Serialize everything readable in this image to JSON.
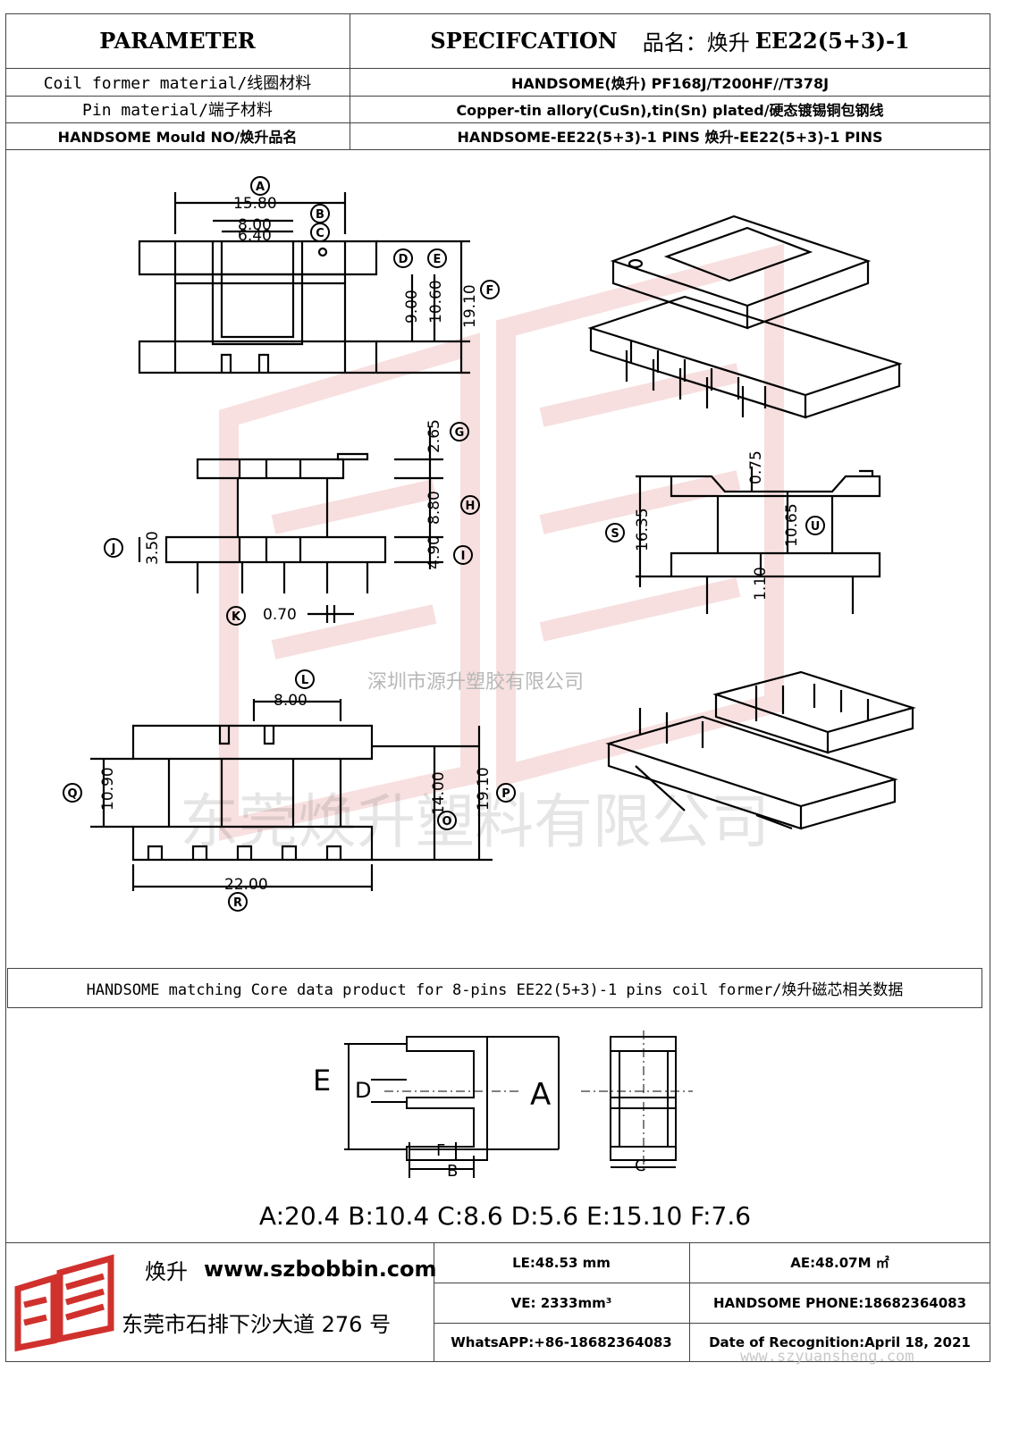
{
  "header": {
    "parameter_label": "PARAMETER",
    "spec_label": "SPECIFCATION",
    "product_name_label": "品名：焕升",
    "product_model": "EE22(5+3)-1"
  },
  "rows": [
    {
      "label": "Coil  former material/线圈材料",
      "value": "HANDSOME(焕升)   PF168J/T200HF//T378J"
    },
    {
      "label": "Pin material/端子材料",
      "value": "Copper-tin allory(CuSn),tin(Sn) plated/硬态镀锡铜包钢线"
    },
    {
      "label": "HANDSOME Mould NO/焕升品名",
      "value": "HANDSOME-EE22(5+3)-1 PINS    焕升-EE22(5+3)-1 PINS"
    }
  ],
  "drawing": {
    "watermark_cn": "深圳市源升塑胶有限公司",
    "watermark_big": "东莞焕升塑料有限公司",
    "dims": {
      "A": "15.80",
      "B": "8.00",
      "C": "6.40",
      "D": "9.00",
      "E": "10.60",
      "F": "19.10",
      "G": "2.65",
      "H": "8.80",
      "I": "4.90",
      "J": "3.50",
      "K": "0.70",
      "S": "16.35",
      "T": "0.75",
      "U": "10.65",
      "V": "1.10",
      "L": "8.00",
      "Q": "10.90",
      "O": "14.00",
      "P": "19.10",
      "R": "22.00"
    },
    "letters": [
      "A",
      "B",
      "C",
      "D",
      "E",
      "F",
      "G",
      "H",
      "I",
      "J",
      "K",
      "L",
      "O",
      "P",
      "Q",
      "R",
      "S",
      "U"
    ]
  },
  "core": {
    "caption": "HANDSOME matching Core data  product for 8-pins EE22(5+3)-1 pins coil former/焕升磁芯相关数据",
    "labels": {
      "A": "A",
      "B": "B",
      "C": "C",
      "D": "D",
      "E": "E",
      "F": "F"
    },
    "values_line": "A:20.4 B:10.4 C:8.6 D:5.6 E:15.10 F:7.6"
  },
  "footer": {
    "brand": "焕升",
    "website": "www.szbobbin.com",
    "address": "东莞市石排下沙大道 276 号",
    "le": "LE:48.53 mm",
    "ae": "AE:48.07M ㎡",
    "ve": "VE: 2333mm³",
    "phone": "HANDSOME PHONE:18682364083",
    "whatsapp": "WhatsAPP:+86-18682364083",
    "date": "Date of Recognition:April 18, 2021",
    "watermark_url": "www.szyuansheng.com",
    "logo_colors": {
      "primary": "#d0312d"
    }
  }
}
